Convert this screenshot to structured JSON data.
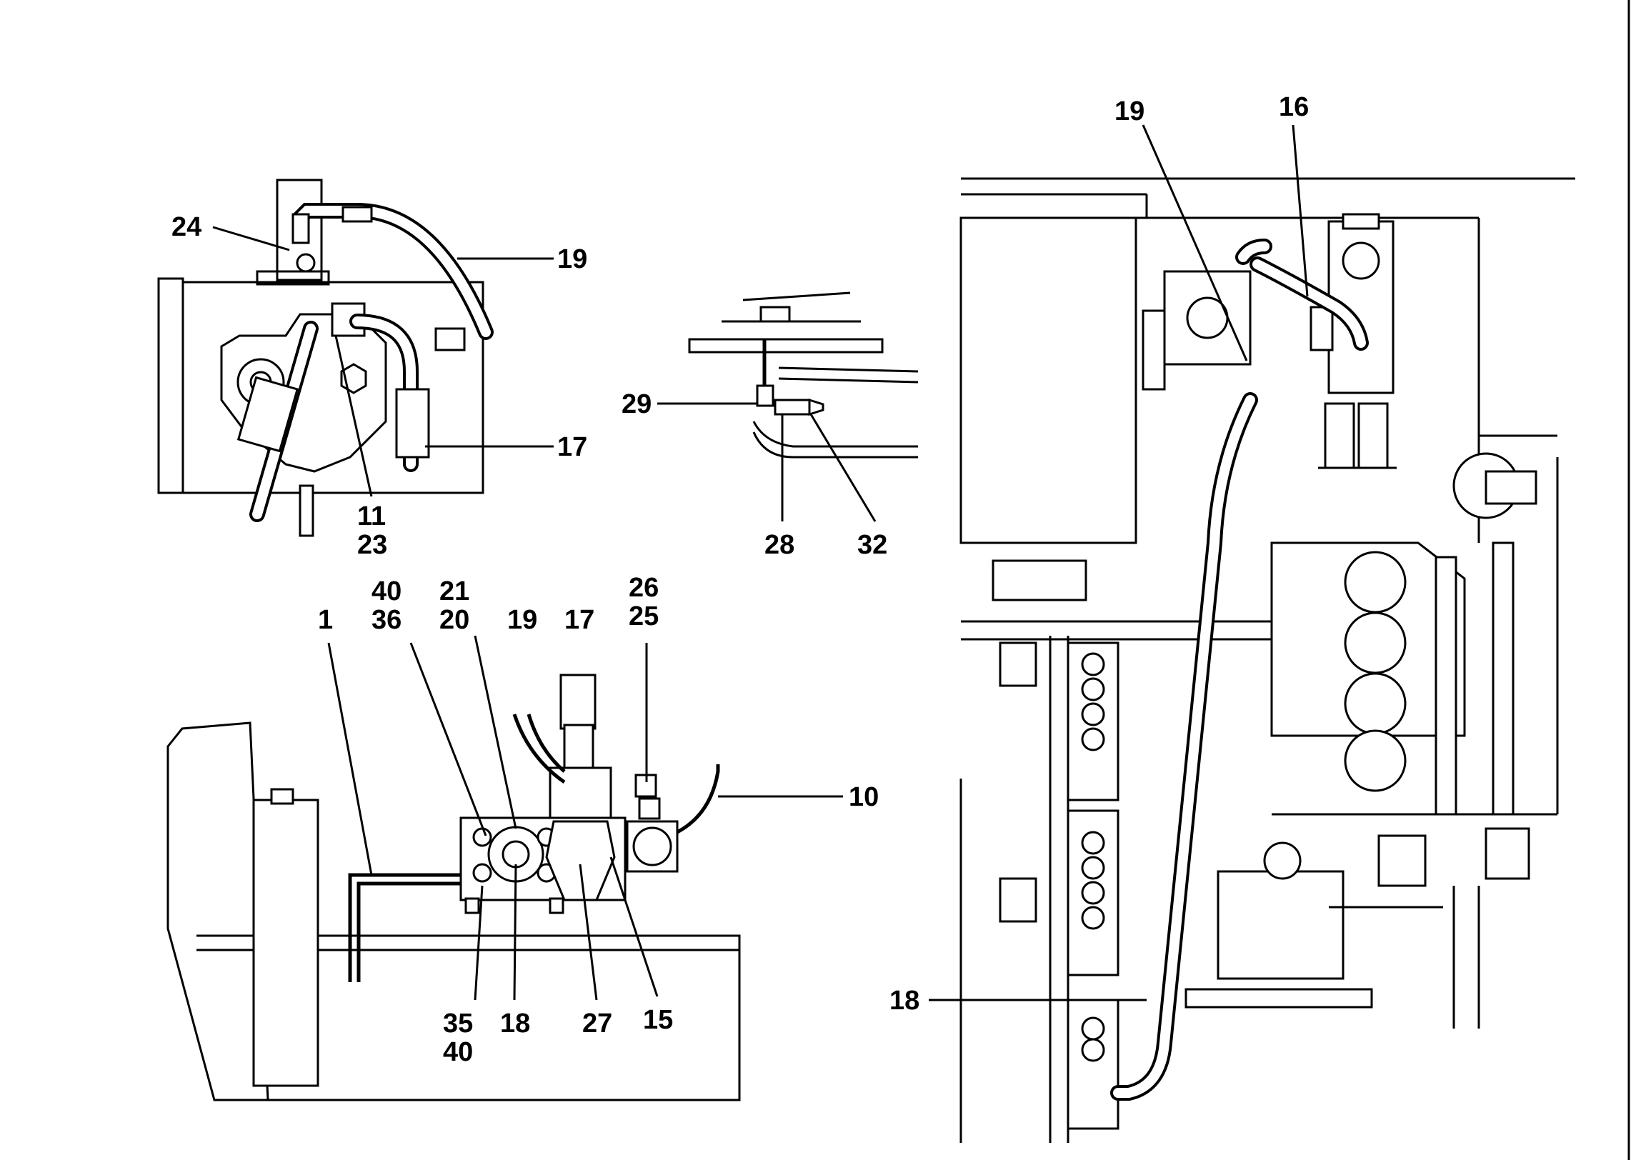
{
  "callouts": {
    "v1_24": "24",
    "v1_19": "19",
    "v1_17": "17",
    "v1_11": "11",
    "v1_23": "23",
    "v2_29": "29",
    "v2_28": "28",
    "v2_32": "32",
    "v3_40a": "40",
    "v3_36": "36",
    "v3_21": "21",
    "v3_20": "20",
    "v3_19": "19",
    "v3_17": "17",
    "v3_26": "26",
    "v3_25": "25",
    "v3_1": "1",
    "v3_10": "10",
    "v3_35": "35",
    "v3_40b": "40",
    "v3_18": "18",
    "v3_27": "27",
    "v3_15": "15",
    "v4_19": "19",
    "v4_16": "16",
    "v4_18": "18"
  }
}
